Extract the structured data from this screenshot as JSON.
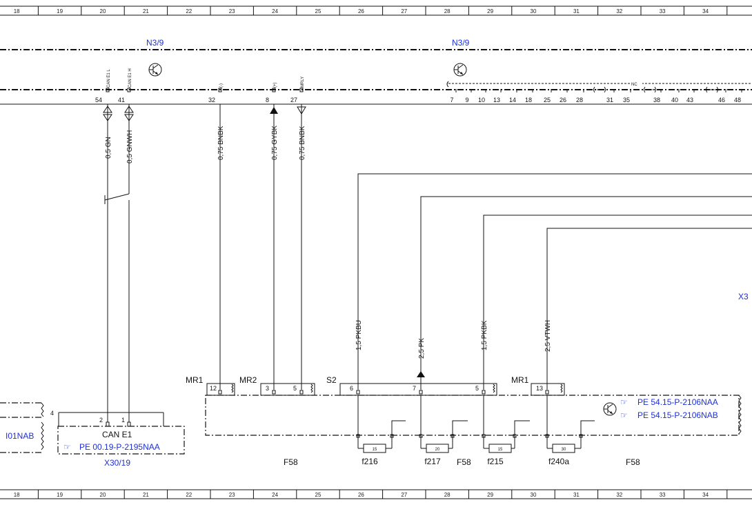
{
  "ruler": [
    "18",
    "19",
    "20",
    "21",
    "22",
    "23",
    "24",
    "25",
    "26",
    "27",
    "28",
    "29",
    "30",
    "31",
    "32",
    "33",
    "34"
  ],
  "modules": {
    "left": "N3/9",
    "right": "N3/9"
  },
  "top_pins": {
    "pin_labels": [
      "CAN E1 L",
      "CAN E1 H",
      "(-)",
      "(+)",
      "MRLY"
    ],
    "pin_numbers_left": [
      "54",
      "41",
      "32",
      "8",
      "27"
    ],
    "pin_numbers_right": [
      "7",
      "9",
      "10",
      "13",
      "14",
      "18",
      "25",
      "26",
      "28",
      "31",
      "35",
      "38",
      "40",
      "43",
      "46",
      "48"
    ],
    "nc_label": "NC"
  },
  "wires": {
    "w1": "0,5 GN",
    "w2": "0,5 GNWH",
    "w3": "0,75 BNBK",
    "w4": "0,75 GYBK",
    "w5": "0,75 BNBK",
    "w6": "1,5 PKBU",
    "w7": "2,5 PK",
    "w8": "1,5 PKBK",
    "w9": "2,5 VTWH"
  },
  "x30": {
    "pin_group": "4",
    "pin_a": "2",
    "pin_b": "1",
    "name": "CAN E1",
    "ref": "PE 00.19-P-2195NAA",
    "label": "X30/19"
  },
  "left_partial_ref": "I01NAB",
  "f58": {
    "mr1": "MR1",
    "mr1_pin": "12",
    "mr2": "MR2",
    "mr2_pin_a": "3",
    "mr2_pin_b": "5",
    "s2": "S2",
    "s2_pin_a": "6",
    "s2_pin_b": "7",
    "s2_pin_c": "5",
    "mr1b": "MR1",
    "mr1b_pin": "13",
    "ref1": "PE 54.15-P-2106NAA",
    "ref2": "PE 54.15-P-2106NAB",
    "label1": "F58",
    "label2": "F58",
    "label3": "F58"
  },
  "fuses": [
    {
      "rating": "15",
      "name": "f216"
    },
    {
      "rating": "20",
      "name": "f217"
    },
    {
      "rating": "15",
      "name": "f215"
    },
    {
      "rating": "30",
      "name": "f240a"
    }
  ],
  "right_partial": "X3"
}
